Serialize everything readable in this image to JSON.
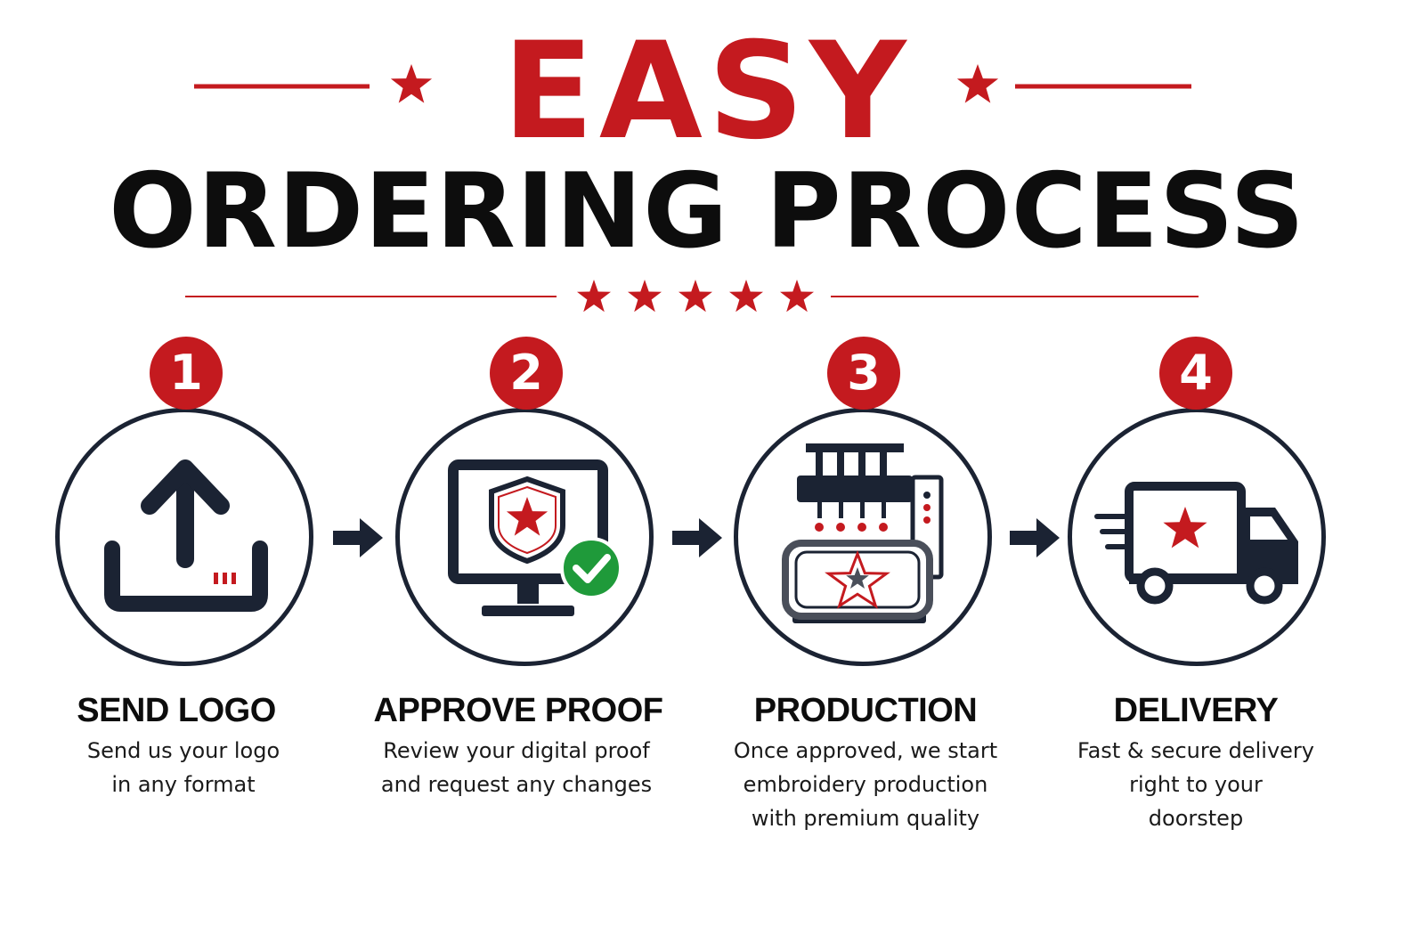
{
  "header": {
    "title_line1": "EASY",
    "title_line2": "ORDERING PROCESS"
  },
  "colors": {
    "accent": "#c41a1f",
    "dark": "#1b2333",
    "success": "#1f9a3a"
  },
  "steps": [
    {
      "number": "1",
      "title": "SEND LOGO",
      "desc_lines": [
        "Send us your logo",
        "in any format"
      ],
      "icon": "upload-icon"
    },
    {
      "number": "2",
      "title": "APPROVE PROOF",
      "desc_lines": [
        "Review your digital proof",
        "and request any changes"
      ],
      "icon": "monitor-shield-check-icon"
    },
    {
      "number": "3",
      "title": "PRODUCTION",
      "desc_lines": [
        "Once approved, we start",
        "embroidery production",
        "with premium quality"
      ],
      "icon": "embroidery-machine-icon"
    },
    {
      "number": "4",
      "title": "DELIVERY",
      "desc_lines": [
        "Fast & secure delivery",
        "right to your",
        "doorstep"
      ],
      "icon": "delivery-truck-icon"
    }
  ]
}
